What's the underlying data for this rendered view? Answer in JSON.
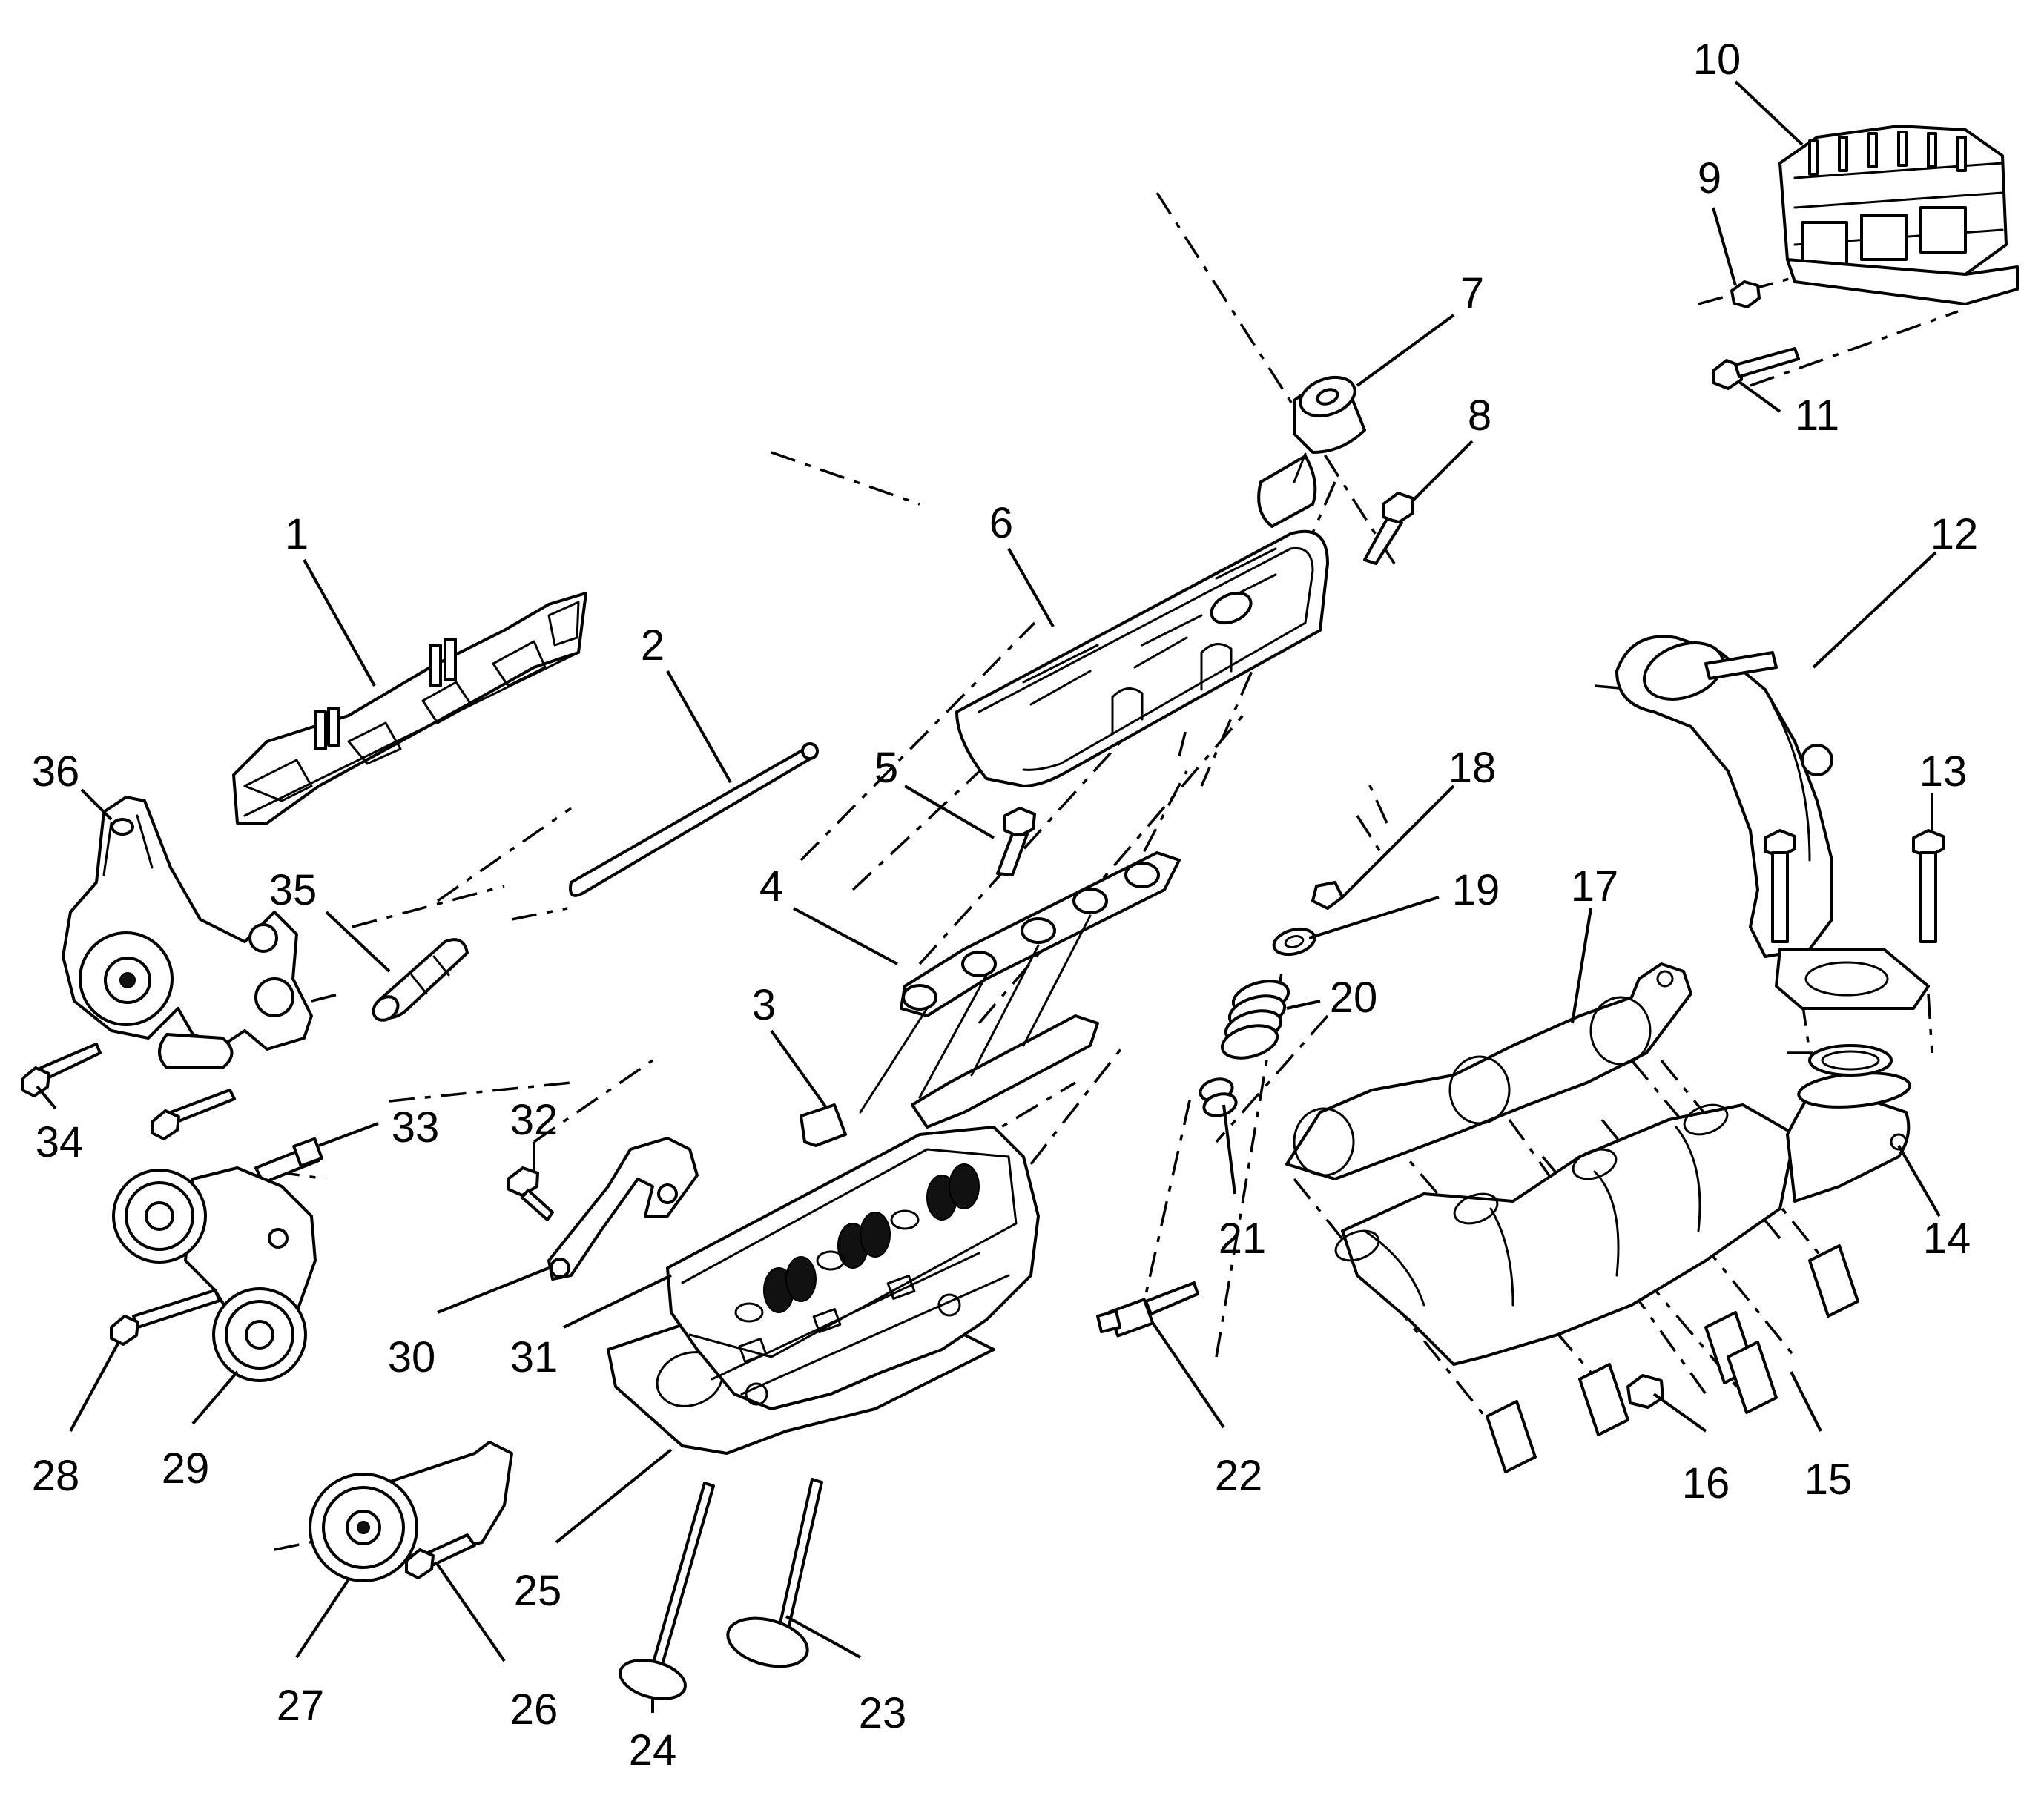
{
  "diagram": {
    "type": "exploded-parts-diagram",
    "callouts": [
      "1",
      "2",
      "3",
      "4",
      "5",
      "6",
      "7",
      "8",
      "9",
      "10",
      "11",
      "12",
      "13",
      "14",
      "15",
      "16",
      "17",
      "18",
      "19",
      "20",
      "21",
      "22",
      "23",
      "24",
      "25",
      "26",
      "27",
      "28",
      "29",
      "30",
      "31",
      "32",
      "33",
      "34",
      "35",
      "36"
    ]
  }
}
